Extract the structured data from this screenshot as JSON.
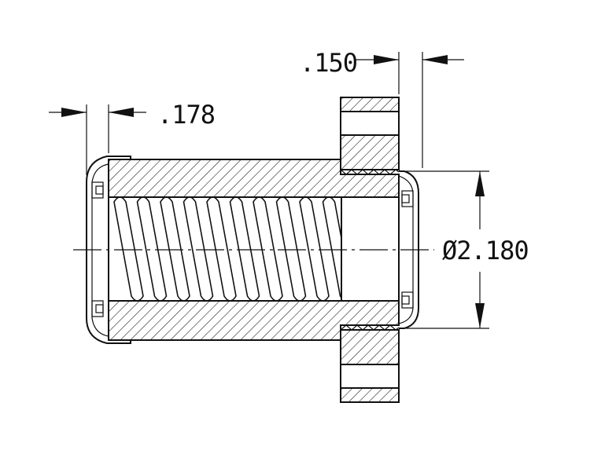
{
  "drawing": {
    "dimensions": {
      "flange_width": ".150",
      "seal_width": ".178",
      "diameter": "Ø2.180"
    }
  }
}
